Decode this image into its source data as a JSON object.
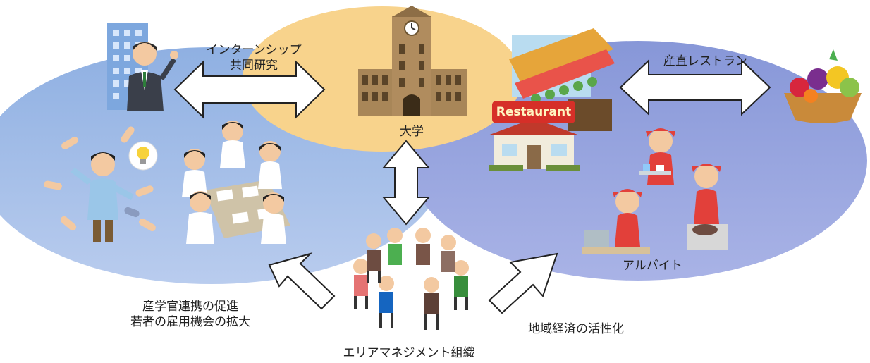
{
  "labels": {
    "internship": "インターンシップ",
    "joint_research": "共同研究",
    "university": "大学",
    "direct_restaurant": "産直レストラン",
    "restaurant_sign": "Restaurant",
    "part_time": "アルバイト",
    "promote_line1": "産学官連携の促進",
    "promote_line2": "若者の雇用機会の拡大",
    "regional_economy": "地域経済の活性化",
    "area_management": "エリアマネジメント組織"
  }
}
